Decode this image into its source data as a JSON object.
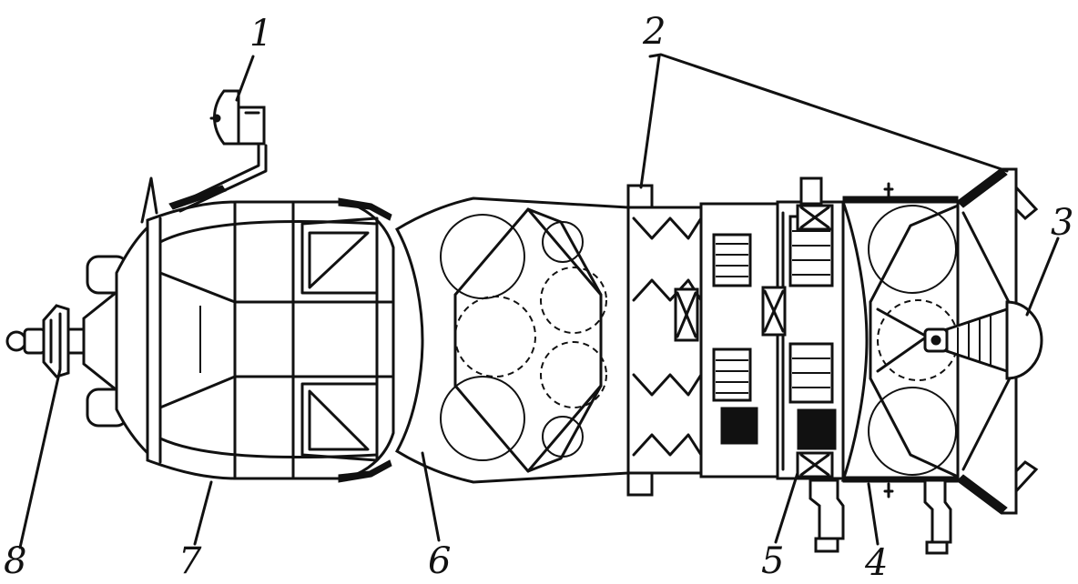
{
  "diagram": {
    "callouts": [
      {
        "id": "1",
        "text": "1"
      },
      {
        "id": "2",
        "text": "2"
      },
      {
        "id": "3",
        "text": "3"
      },
      {
        "id": "4",
        "text": "4"
      },
      {
        "id": "5",
        "text": "5"
      },
      {
        "id": "6",
        "text": "6"
      },
      {
        "id": "7",
        "text": "7"
      },
      {
        "id": "8",
        "text": "8"
      }
    ],
    "colors": {
      "ink": "#111111",
      "background": "#ffffff"
    }
  }
}
